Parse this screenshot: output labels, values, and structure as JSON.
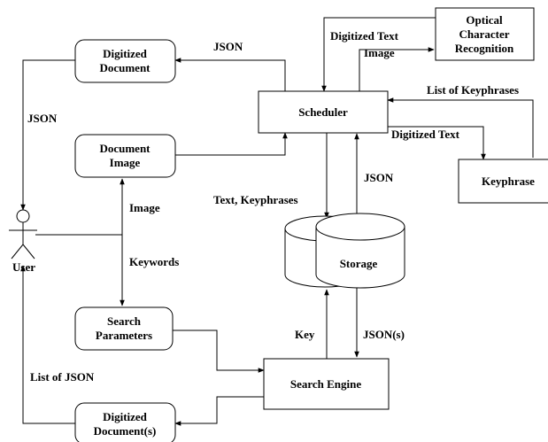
{
  "diagram": {
    "nodes": {
      "digitized_document": [
        "Digitized",
        "Document"
      ],
      "document_image": [
        "Document",
        "Image"
      ],
      "search_parameters": [
        "Search",
        "Parameters"
      ],
      "digitized_documents": [
        "Digitized",
        "Document(s)"
      ],
      "user": "User",
      "scheduler": "Scheduler",
      "ocr": [
        "Optical",
        "Character",
        "Recognition"
      ],
      "keyphrase": "Keyphrase",
      "storage": "Storage",
      "search_engine": "Search Engine"
    },
    "edges": {
      "json_to_digitized_document": "JSON",
      "json_to_user": "JSON",
      "image_from_user": "Image",
      "keywords_from_user": "Keywords",
      "list_of_json": "List of JSON",
      "digitized_text_to_scheduler": "Digitized Text",
      "image_to_ocr": "Image",
      "list_of_keyphrases": "List of Keyphrases",
      "digitized_text_to_keyphrase": "Digitized Text",
      "text_keyphrases": "Text, Keyphrases",
      "json_from_storage": "JSON",
      "key": "Key",
      "json_s": "JSON(s)"
    }
  }
}
